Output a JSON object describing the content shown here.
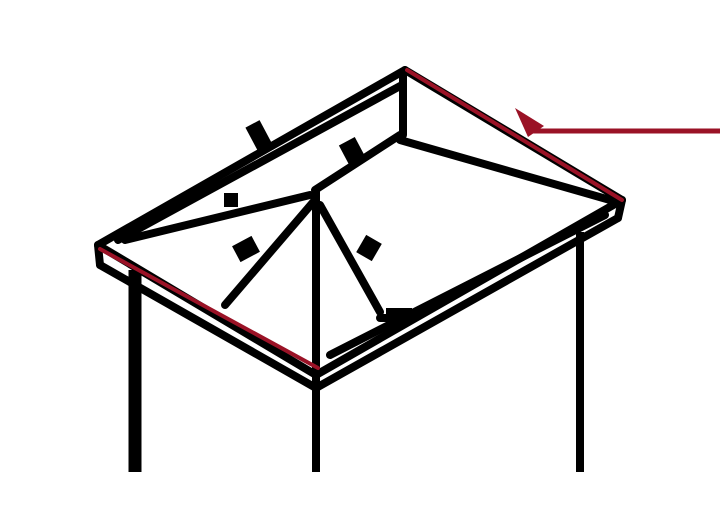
{
  "diagram": {
    "subject": "table-frame",
    "line_color": "#000000",
    "highlight_color": "#9a1226",
    "background_color": "#ffffff",
    "highlighted_parts": [
      "back-right-top-rail",
      "front-left-top-rail"
    ],
    "pointer_target": "back-right-top-rail"
  }
}
